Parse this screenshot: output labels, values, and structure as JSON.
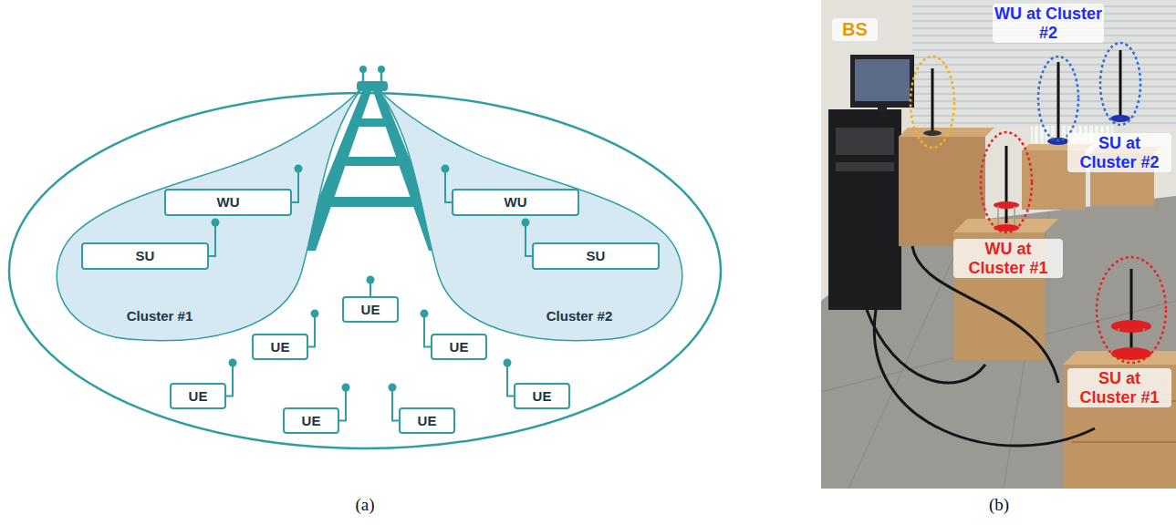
{
  "diagram": {
    "nodes": [
      {
        "text": [
          "Cluster #1"
        ]
      },
      {
        "text": [
          "WU"
        ],
        "in": 0
      },
      {
        "text": [
          "SU"
        ],
        "in": 0
      },
      {
        "text": [
          "Cluster #2"
        ]
      },
      {
        "text": [
          "WU"
        ],
        "in": 3
      },
      {
        "text": [
          "SU"
        ],
        "in": 3
      },
      {
        "text": [
          "UE"
        ]
      },
      {
        "text": [
          "UE"
        ]
      },
      {
        "text": [
          "UE"
        ]
      },
      {
        "text": [
          "UE"
        ]
      },
      {
        "text": [
          "UE"
        ]
      },
      {
        "text": [
          "UE"
        ]
      },
      {
        "text": [
          "UE"
        ]
      }
    ],
    "labels": [
      "(a)",
      "(b)",
      "BS",
      "WU at Cluster #2",
      "SU at Cluster #2",
      "WU at Cluster #1",
      "SU at Cluster #1"
    ]
  }
}
